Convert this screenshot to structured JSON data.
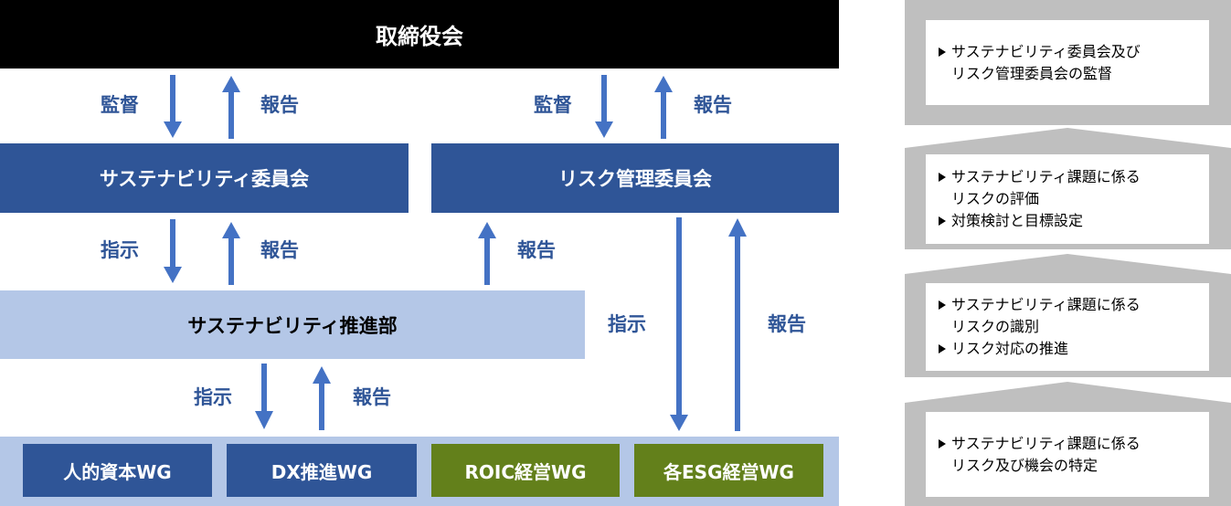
{
  "board": {
    "label": "取締役会"
  },
  "committees": {
    "sustainability": "サステナビリティ委員会",
    "risk": "リスク管理委員会"
  },
  "department": {
    "label": "サステナビリティ推進部"
  },
  "working_groups": [
    {
      "label": "人的資本WG",
      "color": "#2f5597"
    },
    {
      "label": "DX推進WG",
      "color": "#2f5597"
    },
    {
      "label": "ROIC経営WG",
      "color": "#63801b"
    },
    {
      "label": "各ESG経営WG",
      "color": "#63801b"
    }
  ],
  "arrow_labels": {
    "supervise": "監督",
    "report": "報告",
    "instruct": "指示"
  },
  "colors": {
    "board": "#000000",
    "committee": "#2f5597",
    "department": "#b4c7e7",
    "wg_green": "#63801b",
    "arrow": "#4472c4",
    "panel_gray": "#bfbfbf"
  },
  "panel": [
    {
      "items": [
        {
          "lines": [
            "サステナビリティ委員会及び",
            "リスク管理委員会の監督"
          ]
        }
      ]
    },
    {
      "items": [
        {
          "lines": [
            "サステナビリティ課題に係る",
            "リスクの評価"
          ]
        },
        {
          "lines": [
            "対策検討と目標設定"
          ]
        }
      ]
    },
    {
      "items": [
        {
          "lines": [
            "サステナビリティ課題に係る",
            "リスクの識別"
          ]
        },
        {
          "lines": [
            "リスク対応の推進"
          ]
        }
      ]
    },
    {
      "items": [
        {
          "lines": [
            "サステナビリティ課題に係る",
            "リスク及び機会の特定"
          ]
        }
      ]
    }
  ]
}
